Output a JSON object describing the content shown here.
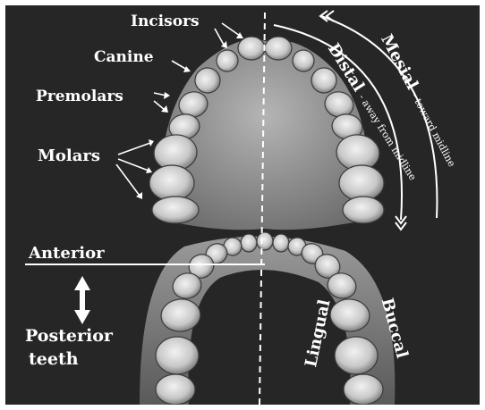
{
  "labels": {
    "incisors": "Incisors",
    "canine": "Canine",
    "premolars": "Premolars",
    "molars": "Molars",
    "anterior": "Anterior",
    "posterior_line1": "Posterior",
    "posterior_line2": "teeth",
    "mesial": "Mesial",
    "mesial_note": "- toward midline",
    "distal": "Distal",
    "distal_note": "- away from midline",
    "lingual": "Lingual",
    "buccal": "Buccal"
  },
  "colors": {
    "background": "#262626",
    "text": "#ffffff",
    "tooth": "#d9d9d9",
    "palate": "#a9a9a9"
  }
}
